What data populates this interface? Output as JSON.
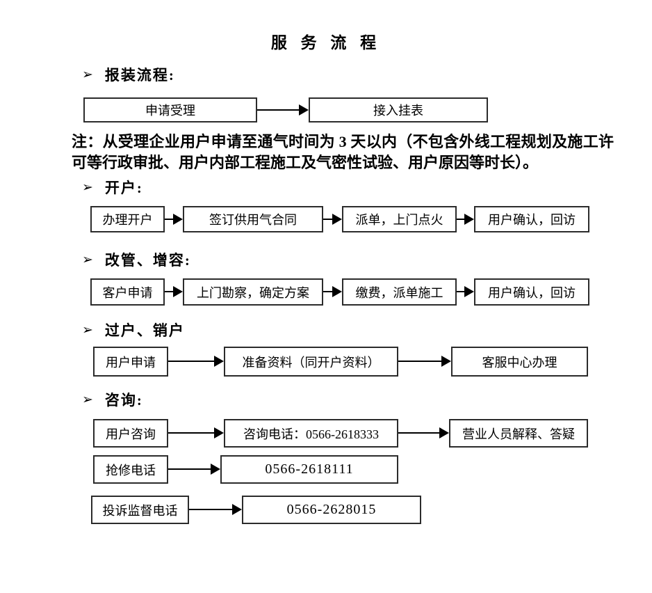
{
  "title": "服 务 流 程",
  "bullet_icon": "➢",
  "sections": {
    "install": {
      "heading": "报装流程:",
      "boxes": [
        "申请受理",
        "接入挂表"
      ],
      "note": "注：从受理企业用户申请至通气时间为 3 天以内（不包含外线工程规划及施工许可等行政审批、用户内部工程施工及气密性试验、用户原因等时长）。"
    },
    "open_account": {
      "heading": "开户:",
      "boxes": [
        "办理开户",
        "签订供用气合同",
        "派单，上门点火",
        "用户确认，回访"
      ]
    },
    "modify_expand": {
      "heading": "改管、增容:",
      "boxes": [
        "客户申请",
        "上门勘察，确定方案",
        "缴费，派单施工",
        "用户确认，回访"
      ]
    },
    "transfer_cancel": {
      "heading": "过户、销户",
      "boxes": [
        "用户申请",
        "准备资料（同开户资料）",
        "客服中心办理"
      ]
    },
    "consult": {
      "heading": "咨询:",
      "rows": [
        [
          "用户咨询",
          "咨询电话：0566-2618333",
          "营业人员解释、答疑"
        ],
        [
          "抢修电话",
          "0566-2618111"
        ],
        [
          "投诉监督电话",
          "0566-2628015"
        ]
      ]
    }
  }
}
